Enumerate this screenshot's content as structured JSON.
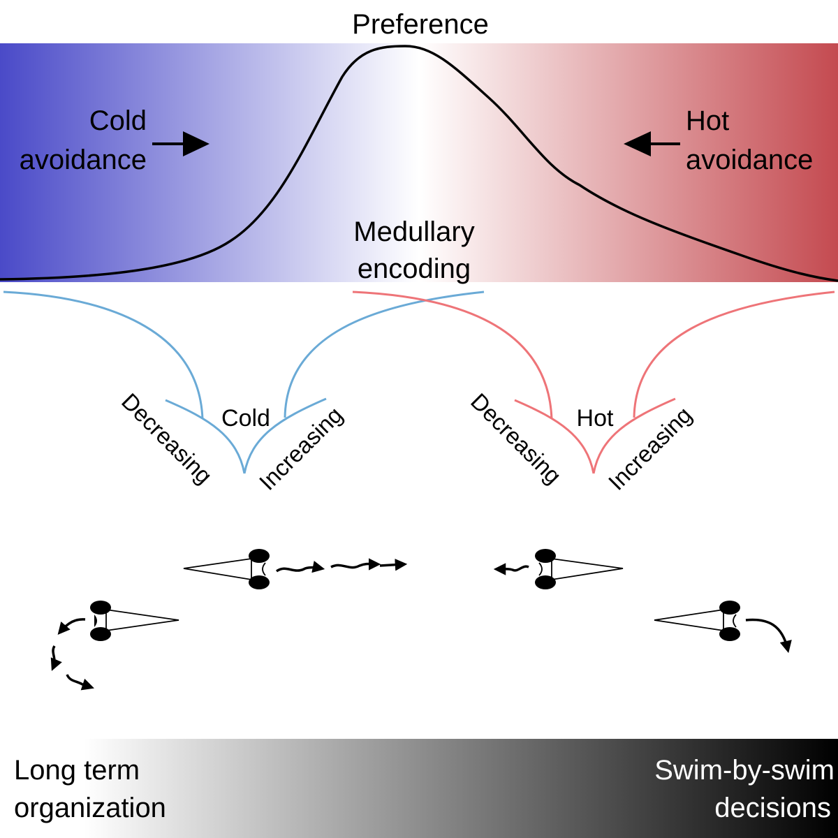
{
  "top": {
    "preference_label": "Preference",
    "cold_avoidance": [
      "Cold",
      "avoidance"
    ],
    "hot_avoidance": [
      "Hot",
      "avoidance"
    ],
    "medullary_encoding": [
      "Medullary",
      "encoding"
    ],
    "gradient_colors": {
      "cold": "#4a4ac8",
      "neutral": "#ffffff",
      "hot": "#c44a50"
    }
  },
  "encoding": {
    "cold": {
      "label": "Cold",
      "decreasing": "Decreasing",
      "increasing": "Increasing",
      "color": "#6aaad6"
    },
    "hot": {
      "label": "Hot",
      "decreasing": "Decreasing",
      "increasing": "Increasing",
      "color": "#ee7478"
    }
  },
  "bottom": {
    "left_label": [
      "Long term",
      "organization"
    ],
    "right_label": [
      "Swim-by-swim",
      "decisions"
    ],
    "gradient_colors": {
      "start": "#ffffff",
      "end": "#000000"
    }
  }
}
